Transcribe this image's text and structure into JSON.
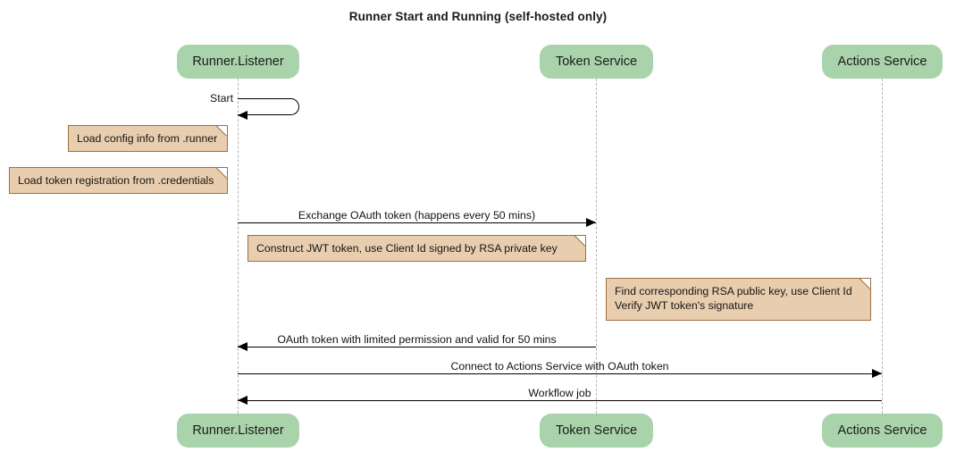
{
  "diagram": {
    "type": "sequence-diagram",
    "title": "Runner Start and Running (self-hosted only)",
    "colors": {
      "participant_fill": "#a9d3ab",
      "note_fill": "#e8cdae",
      "note_border": "#9d7045",
      "lifeline": "#b4b4b4",
      "line": "#000000",
      "background": "#ffffff"
    }
  },
  "participants": [
    {
      "id": "runner",
      "label": "Runner.Listener"
    },
    {
      "id": "token",
      "label": "Token Service"
    },
    {
      "id": "actions",
      "label": "Actions Service"
    }
  ],
  "messages": [
    {
      "id": "m1",
      "label": "Start",
      "from": "runner",
      "to": "runner",
      "kind": "self",
      "arrow": "solid-filled"
    },
    {
      "id": "m2",
      "label": "Exchange OAuth token (happens every 50 mins)",
      "from": "runner",
      "to": "token",
      "kind": "sync",
      "direction": "right",
      "arrow": "solid-filled"
    },
    {
      "id": "m3",
      "label": "OAuth token with limited permission and valid for 50 mins",
      "from": "token",
      "to": "runner",
      "kind": "return",
      "direction": "left",
      "arrow": "solid-filled"
    },
    {
      "id": "m4",
      "label": "Connect to Actions Service with OAuth token",
      "from": "runner",
      "to": "actions",
      "kind": "sync",
      "direction": "right",
      "arrow": "solid-filled"
    },
    {
      "id": "m5",
      "label": "Workflow job",
      "from": "actions",
      "to": "runner",
      "kind": "return",
      "direction": "left",
      "arrow": "solid-filled"
    }
  ],
  "notes": [
    {
      "id": "n1",
      "text": "Load config info from .runner",
      "attached_to": "runner"
    },
    {
      "id": "n2",
      "text": "Load token registration from .credentials",
      "attached_to": "runner"
    },
    {
      "id": "n3",
      "text": "Construct JWT token, use Client Id signed by RSA private key",
      "attached_to": "runner"
    },
    {
      "id": "n4",
      "text": "Find corresponding RSA public key, use Client Id\nVerify JWT token's signature",
      "attached_to": "token"
    }
  ]
}
